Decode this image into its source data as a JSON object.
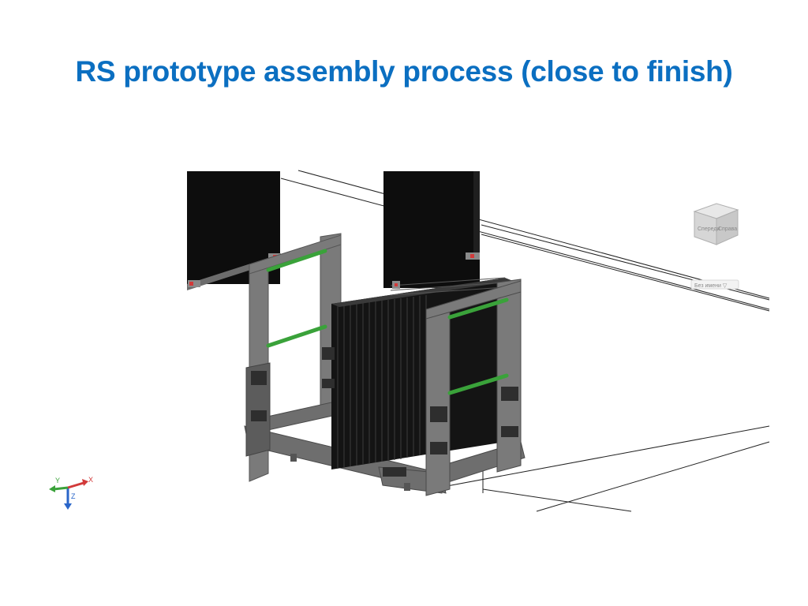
{
  "slide": {
    "title": "RS prototype assembly process (close to finish)"
  },
  "viewcube": {
    "face_front": "Спереди",
    "face_right": "Справа",
    "view_menu": "Без имени ▽"
  },
  "ucs": {
    "x_label": "X",
    "y_label": "Y",
    "z_label": "Z"
  },
  "colors": {
    "title": "#0b6fc1",
    "rod": "#3aa23a",
    "panel": "#0d0d0d",
    "frame": "#7a7a7a",
    "accent_red": "#d23a3a"
  },
  "icons": {
    "viewcube": "viewcube-icon",
    "ucs": "ucs-axis-icon"
  }
}
